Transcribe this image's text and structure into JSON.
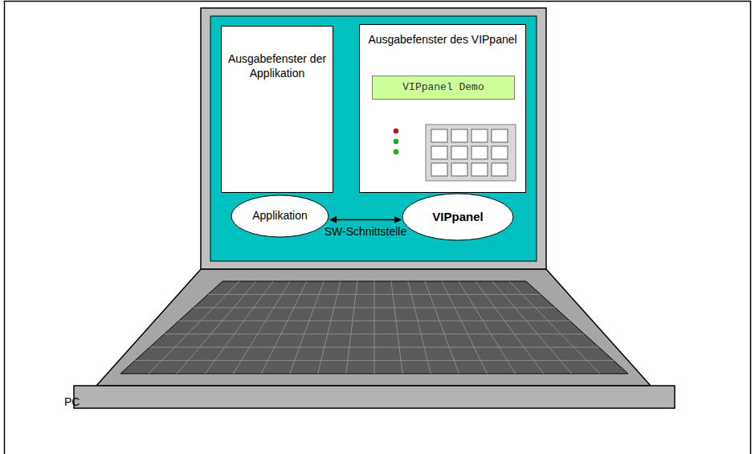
{
  "diagram": {
    "nodes": [
      {
        "text": [
          "Ausgabefenster der Applikation"
        ]
      },
      {
        "text": [
          "Ausgabefenster des VIPpanel"
        ]
      },
      {
        "text": [
          "VIPpanel Demo"
        ],
        "in": 1
      },
      {
        "text": [
          "Applikation"
        ]
      },
      {
        "text": [
          "VIPpanel"
        ]
      }
    ],
    "edges": [
      {
        "from": 3,
        "to": 4,
        "arrow": "both",
        "label": "SW-Schnittstelle"
      }
    ],
    "labels": [
      "PC"
    ]
  }
}
